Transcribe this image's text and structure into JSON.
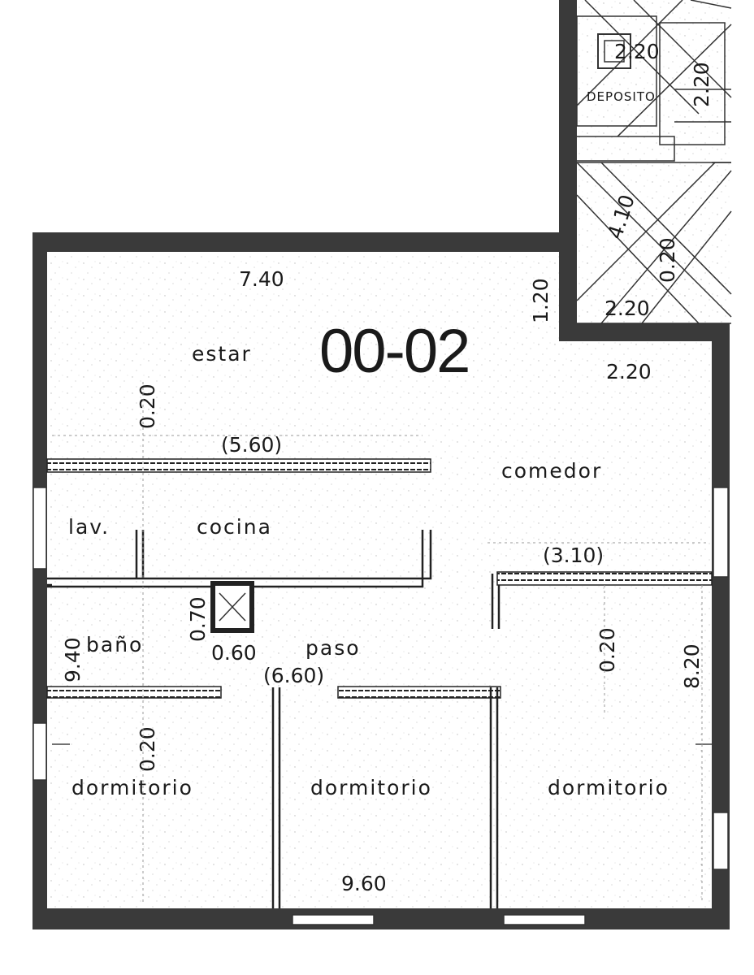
{
  "unit_code": "00-02",
  "rooms": {
    "estar": "estar",
    "comedor": "comedor",
    "lav": "lav.",
    "cocina": "cocina",
    "bano": "baño",
    "paso": "paso",
    "dormitorio_1": "dormitorio",
    "dormitorio_2": "dormitorio",
    "dormitorio_3": "dormitorio",
    "deposito": "DEPOSITO"
  },
  "dimensions": {
    "width_top": "7.40",
    "width_bottom": "9.60",
    "height_left": "9.40",
    "height_right": "8.20",
    "step_height": "1.20",
    "step_width": "2.20",
    "kitchen_partition": "(5.60)",
    "comedor_partition": "(3.10)",
    "hall_partition": "(6.60)",
    "duct_height": "0.70",
    "duct_width": "0.60",
    "wall_estar": "0.20",
    "wall_dormitorio": "0.20",
    "wall_right": "0.20",
    "deposito_width": "2.20",
    "deposito_height": "2.20",
    "deposito_code": "2.20",
    "corridor_height": "4.10",
    "corridor_wall": "0.20",
    "corridor_width": "2.20"
  },
  "colors": {
    "wall": "#3c3c3c",
    "partition": "#2a2a2a",
    "line": "#333333"
  }
}
